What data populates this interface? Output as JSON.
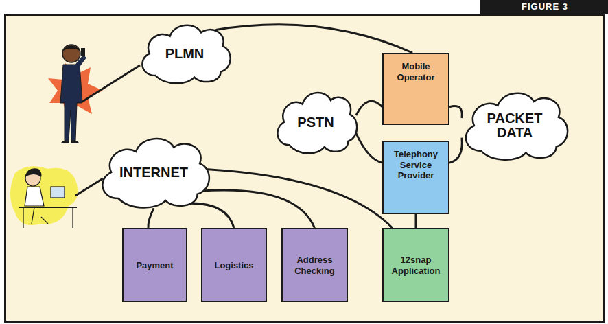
{
  "diagram": {
    "nodes": [
      {
        "text": [
          "PLMN"
        ]
      },
      {
        "text": [
          "Mobile Operator"
        ]
      },
      {
        "text": [
          "PSTN"
        ]
      },
      {
        "text": [
          "PACKET DATA"
        ]
      },
      {
        "text": [
          "Telephony Service Provider"
        ]
      },
      {
        "text": [
          "INTERNET"
        ]
      },
      {
        "text": [
          "Payment"
        ]
      },
      {
        "text": [
          "Logistics"
        ]
      },
      {
        "text": [
          "Address Checking"
        ]
      },
      {
        "text": [
          "12snap Application"
        ]
      }
    ],
    "edges": [
      {
        "from": 0,
        "to": 1,
        "arrow": "none"
      },
      {
        "from": 2,
        "to": 1,
        "arrow": "none"
      },
      {
        "from": 2,
        "to": 4,
        "arrow": "none"
      },
      {
        "from": 1,
        "to": 3,
        "arrow": "none"
      },
      {
        "from": 4,
        "to": 3,
        "arrow": "none"
      },
      {
        "from": 5,
        "to": 6,
        "arrow": "none"
      },
      {
        "from": 5,
        "to": 7,
        "arrow": "none"
      },
      {
        "from": 5,
        "to": 8,
        "arrow": "none"
      },
      {
        "from": 5,
        "to": 9,
        "arrow": "none"
      },
      {
        "from": 4,
        "to": 9,
        "arrow": "none"
      }
    ],
    "labels": [
      "FIGURE 3"
    ]
  }
}
